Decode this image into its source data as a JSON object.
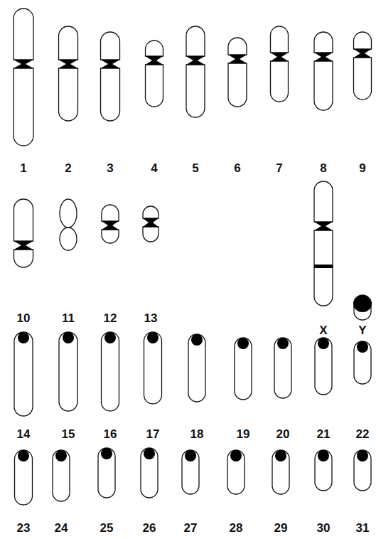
{
  "diagram": {
    "labels": [
      "1",
      "2",
      "3",
      "4",
      "5",
      "6",
      "7",
      "8",
      "9",
      "10",
      "11",
      "12",
      "13",
      "X",
      "Y",
      "14",
      "15",
      "16",
      "17",
      "18",
      "19",
      "20",
      "21",
      "22",
      "23",
      "24",
      "25",
      "26",
      "27",
      "28",
      "29",
      "30",
      "31"
    ]
  }
}
